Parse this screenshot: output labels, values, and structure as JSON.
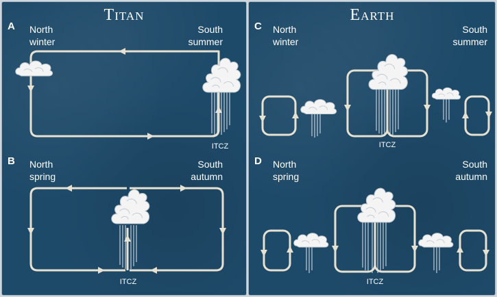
{
  "titan": {
    "title": "Titan",
    "panel_a": {
      "letter": "A",
      "left_season": [
        "North",
        "winter"
      ],
      "right_season": [
        "South",
        "summer"
      ],
      "itcz": "ITCZ"
    },
    "panel_b": {
      "letter": "B",
      "left_season": [
        "North",
        "spring"
      ],
      "right_season": [
        "South",
        "autumn"
      ],
      "itcz": "ITCZ"
    }
  },
  "earth": {
    "title": "Earth",
    "panel_c": {
      "letter": "C",
      "left_season": [
        "North",
        "winter"
      ],
      "right_season": [
        "South",
        "summer"
      ],
      "itcz": "ITCZ"
    },
    "panel_d": {
      "letter": "D",
      "left_season": [
        "North",
        "spring"
      ],
      "right_season": [
        "South",
        "autumn"
      ],
      "itcz": "ITCZ"
    }
  },
  "colors": {
    "background": "#1e4a69",
    "circulation": "#e7e1d2",
    "cloud": "#f4f4f4",
    "text": "#ffffff"
  }
}
